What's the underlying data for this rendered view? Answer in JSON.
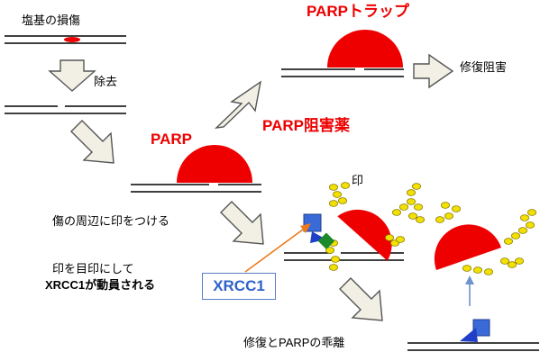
{
  "labels": {
    "base_damage": "塩基の損傷",
    "removal": "除去",
    "parp": "PARP",
    "parp_trap": "PARPトラップ",
    "parp_inhibitor": "PARP阻害薬",
    "repair_block": "修復阻害",
    "mark_label": "印",
    "mark_around": "傷の周辺に印をつける",
    "xrcc1_line1": "印を目印にして",
    "xrcc1_line2": "XRCC1が動員される",
    "xrcc1_box": "XRCC1",
    "release": "修復とPARPの乖離"
  },
  "colors": {
    "parp": "#ee0000",
    "chain": "#f2e000",
    "xrcc1": "#2f62c9",
    "arrow_fill": "#f2f0e4",
    "arrow_stroke": "#555555",
    "damage": "#ee0000",
    "green_protein": "#1a8a2a",
    "orange_pointer": "#ee7a1a",
    "blue_arrow": "#6e93cf"
  }
}
